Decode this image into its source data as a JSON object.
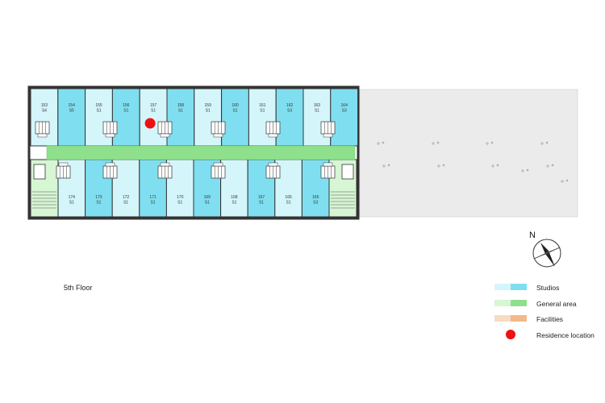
{
  "floor_label": "5th Floor",
  "compass_label": "N",
  "colors": {
    "studio_light": "#d4f6fb",
    "studio_dark": "#7fdff0",
    "general_light": "#d6f6d4",
    "general_dark": "#8ee08c",
    "facility_light": "#f6dcc0",
    "facility_dark": "#f2b98a",
    "residence": "#ee1111",
    "annex": "#ebebeb",
    "wall": "#333333"
  },
  "rooms_top": [
    {
      "number": "153",
      "type": "S4",
      "tone": "light"
    },
    {
      "number": "154",
      "type": "S5",
      "tone": "dark"
    },
    {
      "number": "155",
      "type": "S1",
      "tone": "light"
    },
    {
      "number": "156",
      "type": "S1",
      "tone": "dark"
    },
    {
      "number": "157",
      "type": "S1",
      "tone": "light"
    },
    {
      "number": "158",
      "type": "S1",
      "tone": "dark"
    },
    {
      "number": "159",
      "type": "S1",
      "tone": "light"
    },
    {
      "number": "160",
      "type": "S1",
      "tone": "dark"
    },
    {
      "number": "161",
      "type": "S1",
      "tone": "light"
    },
    {
      "number": "162",
      "type": "S3",
      "tone": "dark"
    },
    {
      "number": "163",
      "type": "S1",
      "tone": "light"
    },
    {
      "number": "164",
      "type": "S3",
      "tone": "dark"
    }
  ],
  "rooms_bottom": [
    {
      "number": "174",
      "type": "S1",
      "tone": "light"
    },
    {
      "number": "173",
      "type": "S1",
      "tone": "dark"
    },
    {
      "number": "172",
      "type": "S1",
      "tone": "light"
    },
    {
      "number": "171",
      "type": "S1",
      "tone": "dark"
    },
    {
      "number": "170",
      "type": "S1",
      "tone": "light"
    },
    {
      "number": "169",
      "type": "S1",
      "tone": "dark"
    },
    {
      "number": "168",
      "type": "S1",
      "tone": "light"
    },
    {
      "number": "167",
      "type": "S1",
      "tone": "dark"
    },
    {
      "number": "166",
      "type": "S1",
      "tone": "light"
    },
    {
      "number": "165",
      "type": "S3",
      "tone": "dark"
    }
  ],
  "residence_room": "157",
  "legend": [
    {
      "label": "Studios",
      "kind": "swatch",
      "light": "#d4f6fb",
      "dark": "#7fdff0"
    },
    {
      "label": "General area",
      "kind": "swatch",
      "light": "#d6f6d4",
      "dark": "#8ee08c"
    },
    {
      "label": "Facilities",
      "kind": "swatch",
      "light": "#f6dcc0",
      "dark": "#f2b98a"
    },
    {
      "label": "Residence location",
      "kind": "dot",
      "light": "#ee1111",
      "dark": "#ee1111"
    }
  ]
}
